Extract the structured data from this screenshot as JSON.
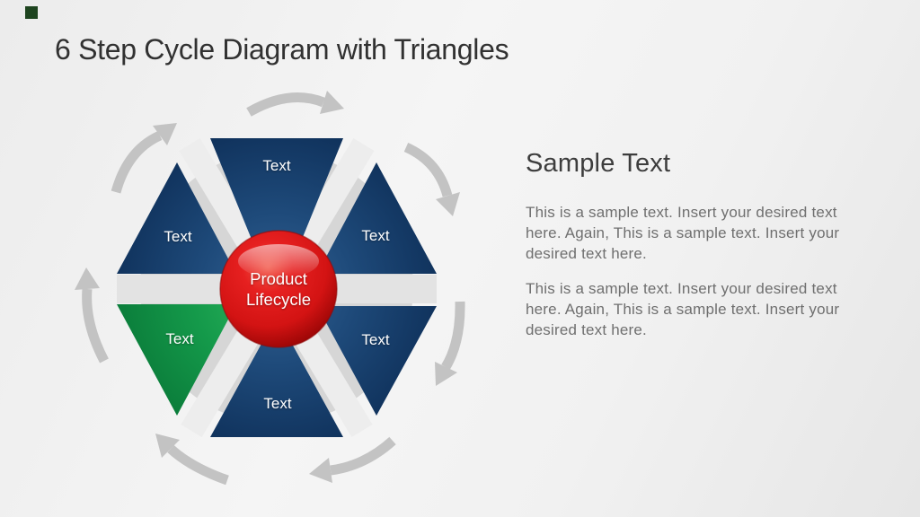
{
  "slide": {
    "title": "6 Step Cycle Diagram with Triangles",
    "background_color": "#f1f1f1",
    "corner_square_color": "#1e441f"
  },
  "diagram": {
    "center": {
      "line1": "Product",
      "line2": "Lifecycle",
      "sphere_color": "#e51c1c"
    },
    "steps": [
      {
        "label": "Text",
        "position": "top",
        "color": "#1c4573"
      },
      {
        "label": "Text",
        "position": "upper-right",
        "color": "#1c4573"
      },
      {
        "label": "Text",
        "position": "lower-right",
        "color": "#1c4573"
      },
      {
        "label": "Text",
        "position": "bottom",
        "color": "#1c4573"
      },
      {
        "label": "Text",
        "position": "lower-left",
        "color": "#14994a"
      },
      {
        "label": "Text",
        "position": "upper-left",
        "color": "#1c4573"
      }
    ],
    "arrow_color": "#c3c3c3",
    "ring_color": "#d6d6d6",
    "channel_color": "#e9e9e9"
  },
  "panel": {
    "heading": "Sample Text",
    "paragraphs": [
      "This is a sample text. Insert your desired text here. Again, This is a sample text. Insert your desired text here.",
      "This is a sample text. Insert your desired text here. Again, This is a sample text. Insert your desired text here."
    ]
  }
}
